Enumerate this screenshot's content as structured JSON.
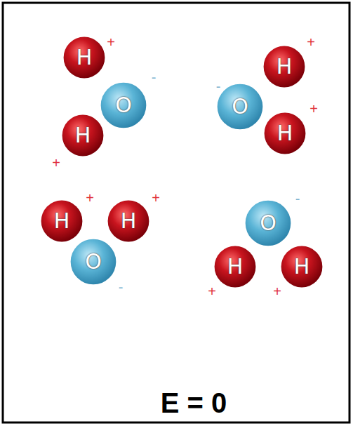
{
  "diagram": {
    "nodes": [
      {
        "text": [
          "H"
        ]
      },
      {
        "text": [
          "O"
        ]
      },
      {
        "text": [
          "H"
        ]
      },
      {
        "text": [
          "O"
        ]
      },
      {
        "text": [
          "H"
        ]
      },
      {
        "text": [
          "H"
        ]
      },
      {
        "text": [
          "H"
        ]
      },
      {
        "text": [
          "H"
        ]
      },
      {
        "text": [
          "O"
        ]
      },
      {
        "text": [
          "O"
        ]
      },
      {
        "text": [
          "H"
        ]
      },
      {
        "text": [
          "H"
        ]
      }
    ],
    "labels": [
      "+",
      "-",
      "+",
      "-",
      "+",
      "+",
      "+",
      "+",
      "-",
      "-",
      "+",
      "+",
      "E = 0"
    ]
  }
}
